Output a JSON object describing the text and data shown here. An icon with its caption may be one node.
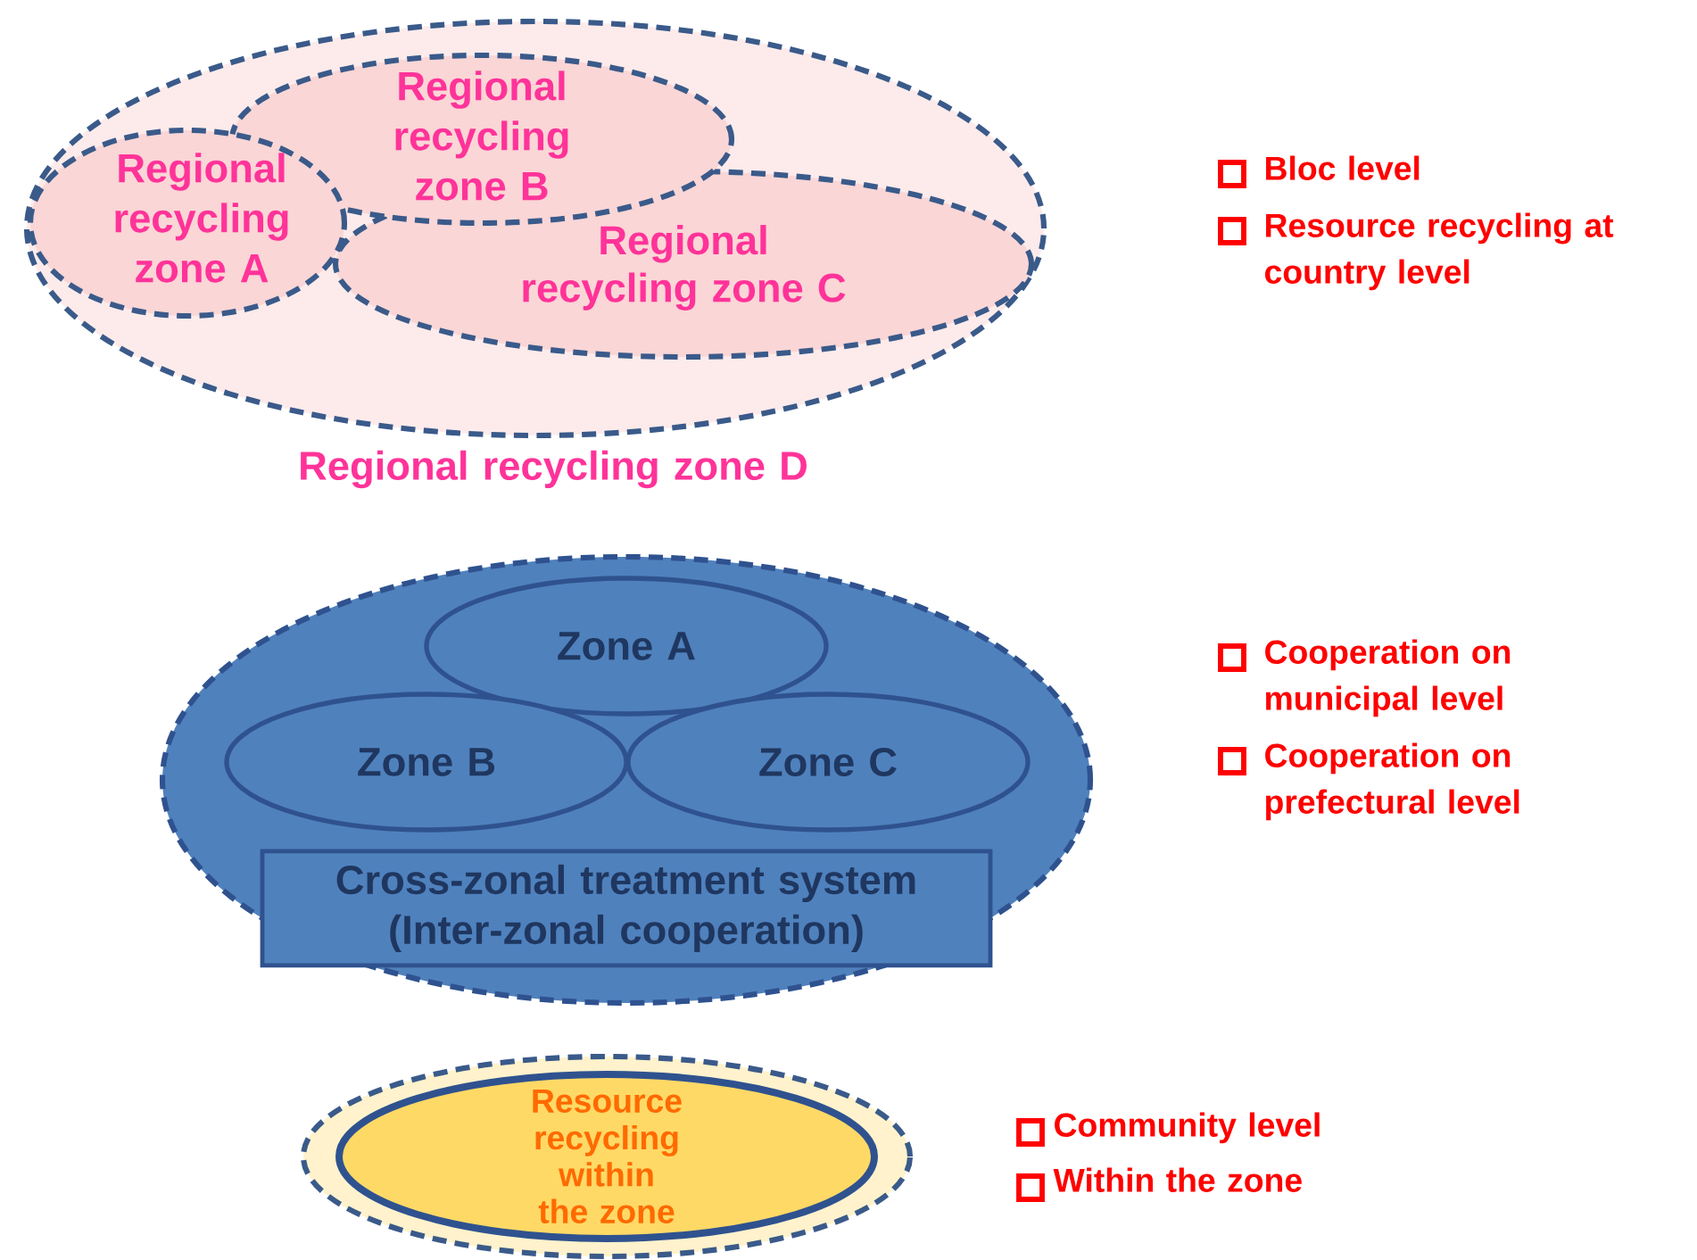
{
  "diagram": {
    "nodes": [
      {
        "text": [
          "Regional recycling zone D"
        ]
      },
      {
        "text": [
          "Regional recycling zone A"
        ],
        "in": 0
      },
      {
        "text": [
          "Regional recycling zone B"
        ],
        "in": 0
      },
      {
        "text": [
          "Regional recycling zone C"
        ],
        "in": 0
      },
      {
        "text": [],
        "shape": "ellipse"
      },
      {
        "text": [
          "Zone A"
        ],
        "in": 4
      },
      {
        "text": [
          "Zone B"
        ],
        "in": 4
      },
      {
        "text": [
          "Zone C"
        ],
        "in": 4
      },
      {
        "text": [
          "Cross-zonal treatment system (Inter-zonal cooperation)"
        ],
        "in": 4
      },
      {
        "text": [],
        "shape": "ellipse"
      },
      {
        "text": [
          "Resource recycling within the zone"
        ],
        "in": 9
      }
    ],
    "labels": [
      "Bloc level",
      "Resource recycling at country level",
      "Cooperation on municipal level",
      "Cooperation on prefectural level",
      "Community level",
      "Within the zone"
    ]
  }
}
